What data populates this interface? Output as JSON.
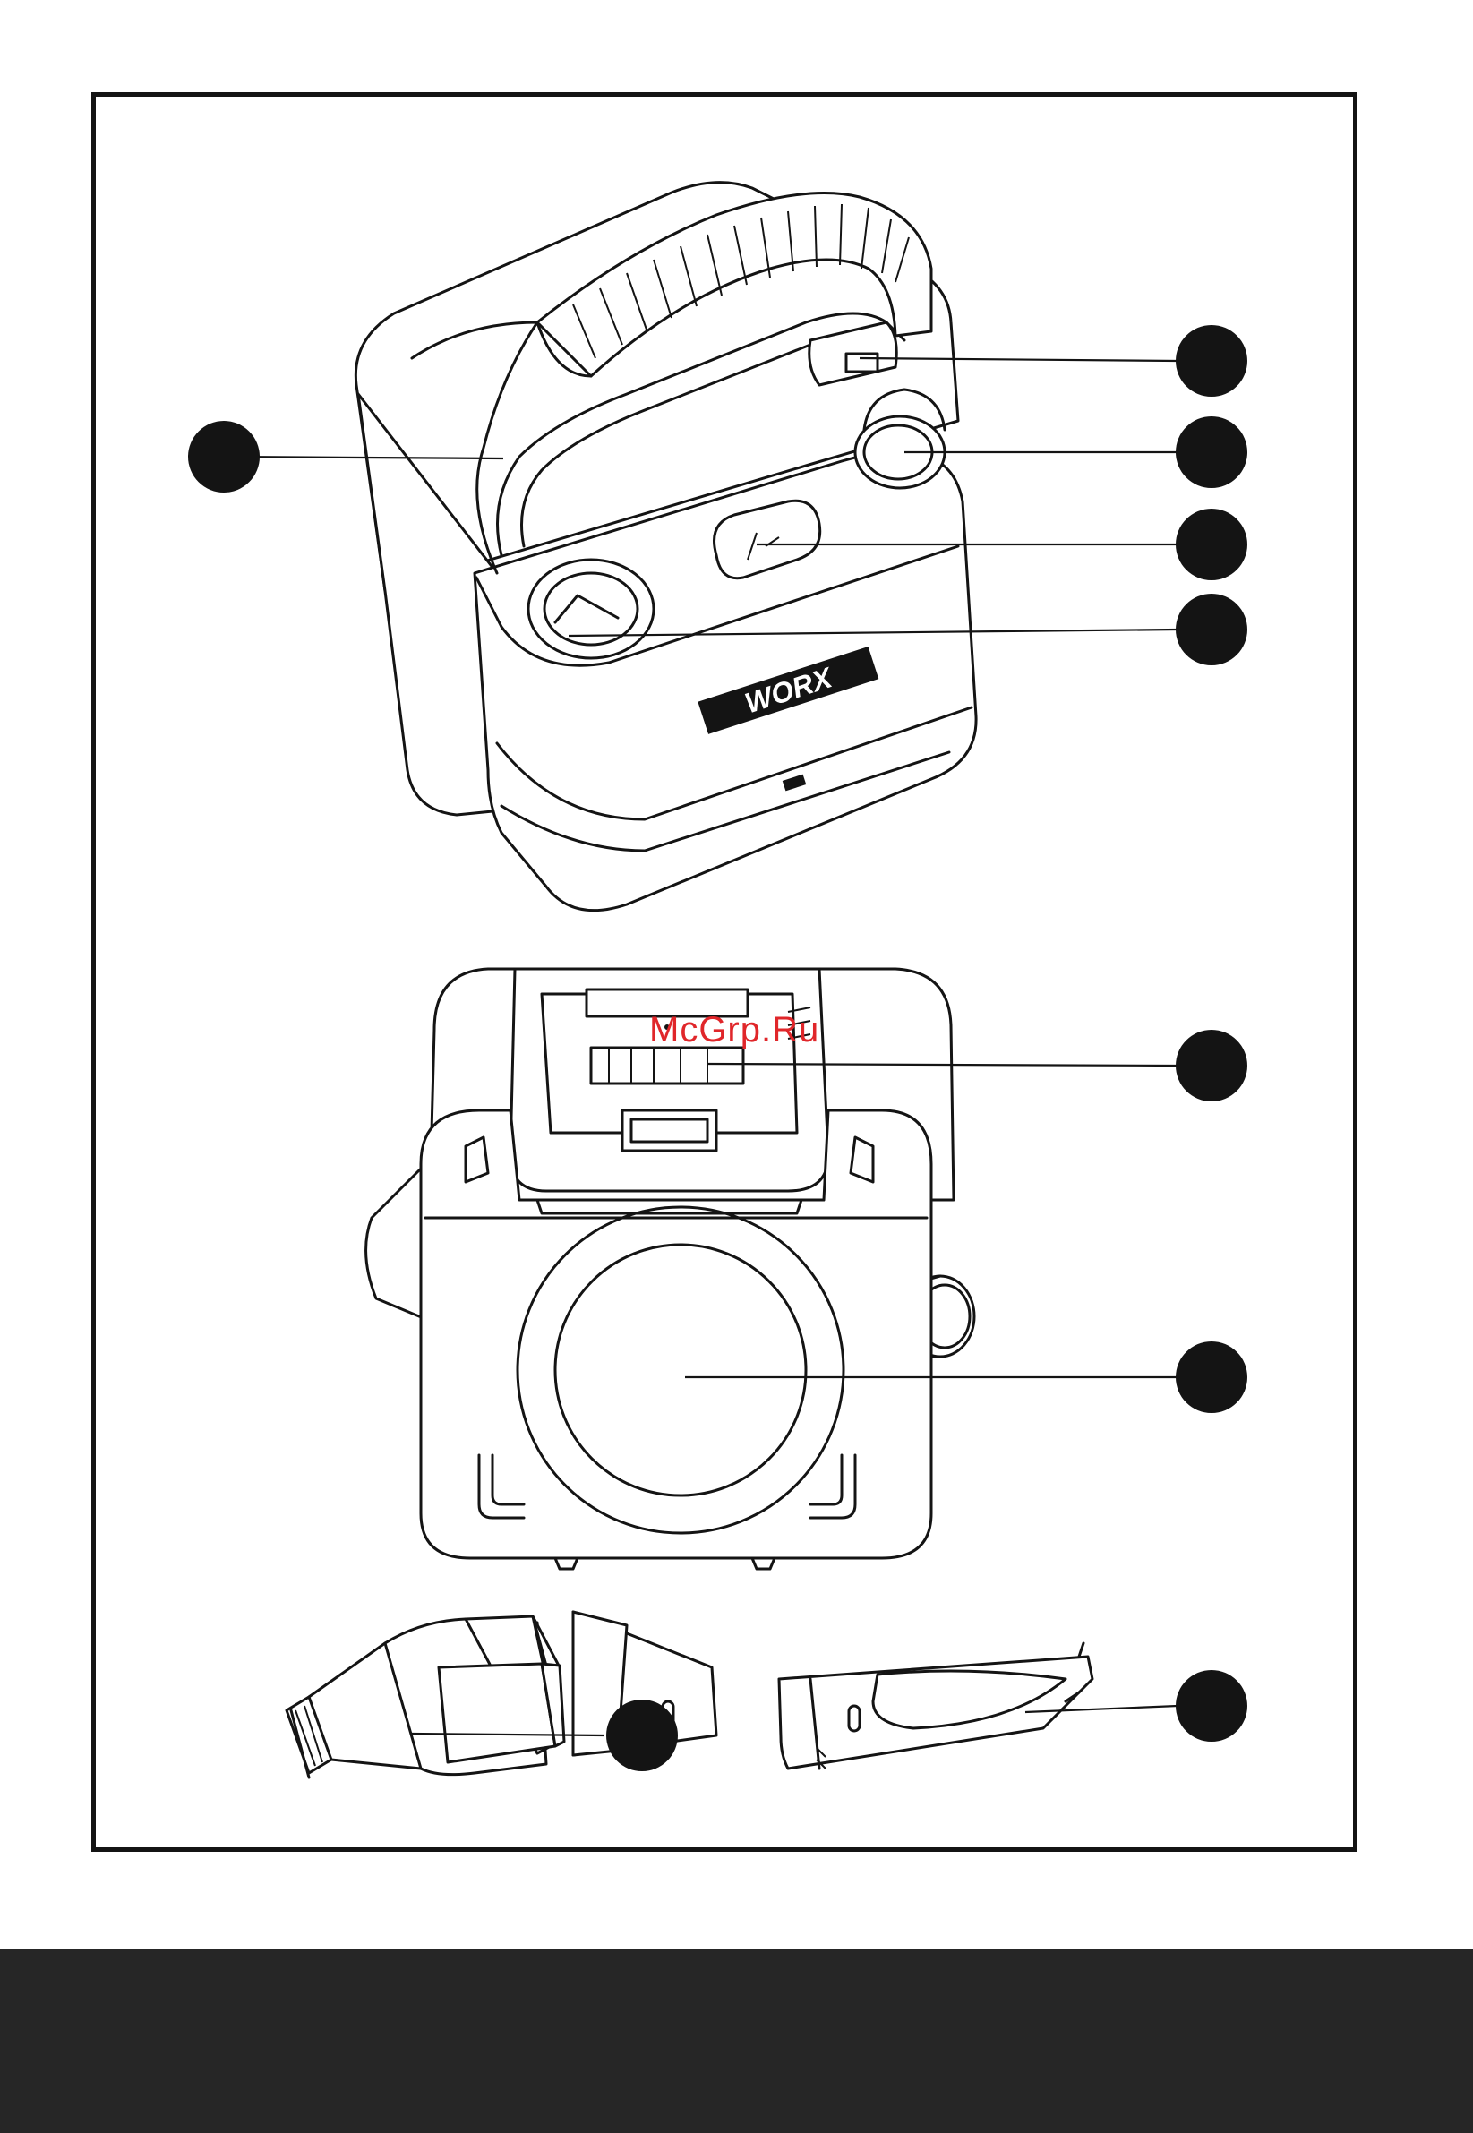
{
  "brand": {
    "logo_text": "WORX",
    "watermark": "McGrp.Ru"
  },
  "callouts": [
    {
      "id": "c1"
    },
    {
      "id": "c2"
    },
    {
      "id": "c3"
    },
    {
      "id": "c4"
    },
    {
      "id": "c5"
    },
    {
      "id": "c6"
    },
    {
      "id": "c7"
    },
    {
      "id": "c8"
    },
    {
      "id": "c9"
    }
  ],
  "colors": {
    "ink": "#141414",
    "band": "#262626",
    "watermark": "#e0262a"
  }
}
